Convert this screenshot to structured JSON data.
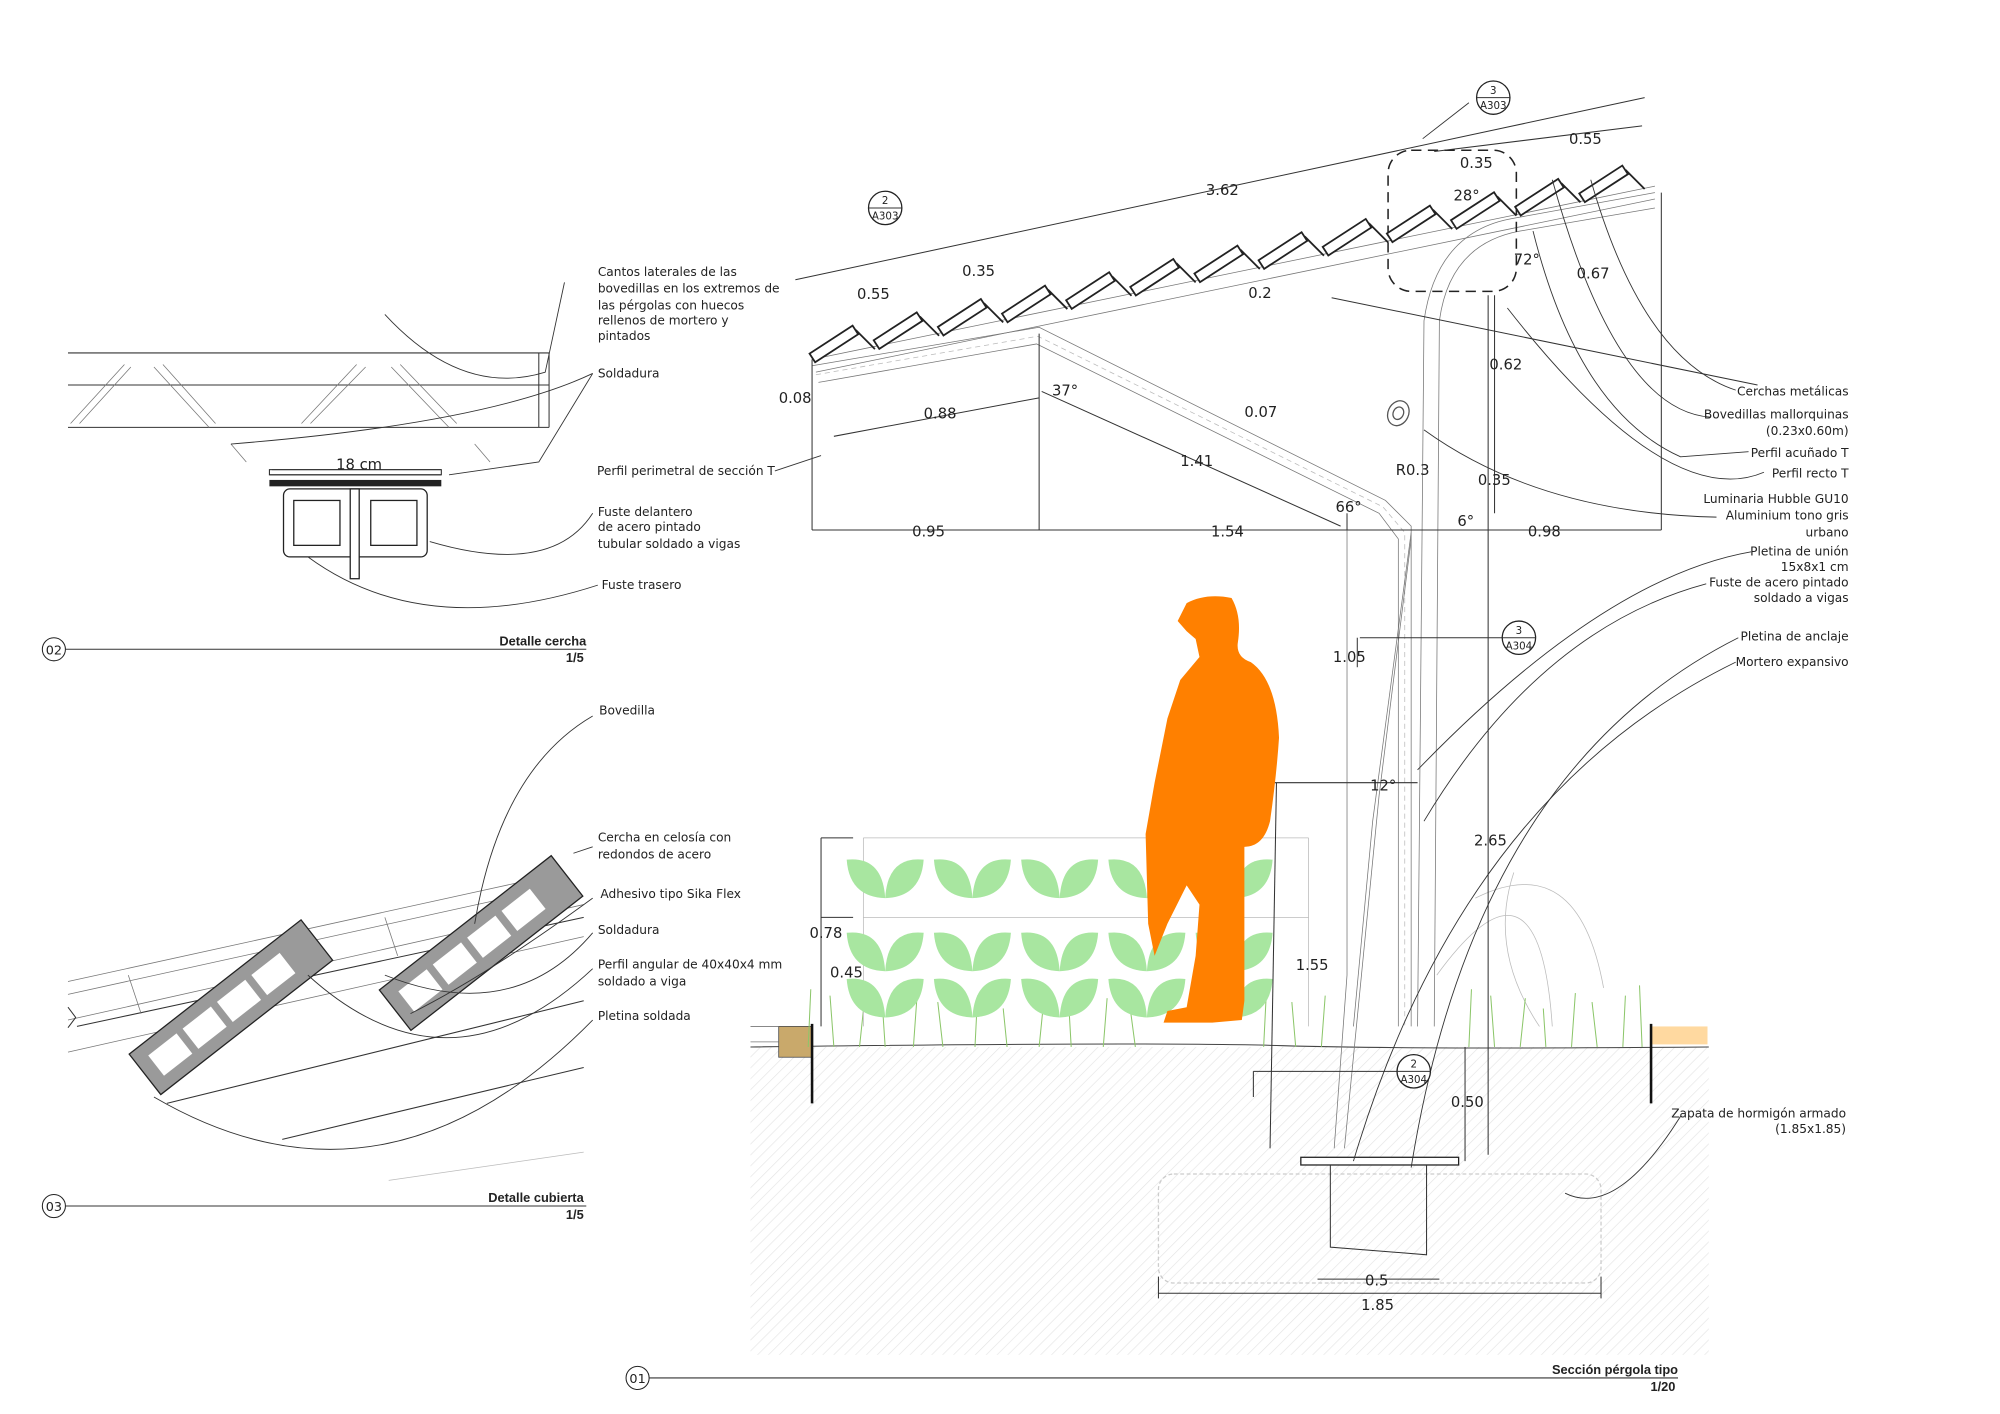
{
  "colors": {
    "figure": "#FF8000",
    "leaf": "#A8E6A0",
    "grass": "#8CC66A",
    "ground": "#F2F2F2",
    "wood": "#C9A96B",
    "sand": "#FFD9A0"
  },
  "detail02": {
    "number": "02",
    "title": "Detalle cercha",
    "scale": "1/5",
    "dimension": "18 cm",
    "labels": {
      "cantos": [
        "Cantos laterales de las",
        "bovedillas en los extremos de",
        "las pérgolas con huecos",
        "rellenos de mortero y",
        "pintados"
      ],
      "soldadura": "Soldadura",
      "perfil_perimetral": "Perfil perimetral de sección T",
      "fuste_delantero": [
        "Fuste delantero",
        "de acero pintado",
        "tubular soldado a vigas"
      ],
      "fuste_trasero": "Fuste trasero"
    }
  },
  "detail03": {
    "number": "03",
    "title": "Detalle cubierta",
    "scale": "1/5",
    "labels": {
      "bovedilla": "Bovedilla",
      "cercha": [
        "Cercha en celosía con",
        "redondos de acero"
      ],
      "adhesivo": "Adhesivo tipo Sika Flex",
      "soldadura": "Soldadura",
      "perfil_angular": [
        "Perfil angular  de 40x40x4 mm",
        "soldado a viga"
      ],
      "pletina": "Pletina soldada"
    }
  },
  "section01": {
    "number": "01",
    "title": "Sección pérgola tipo",
    "scale": "1/20",
    "labels": {
      "cerchas": "Cerchas metálicas",
      "bovedillas": [
        "Bovedillas mallorquinas",
        "(0.23x0.60m)"
      ],
      "acunado": "Perfil acuñado T",
      "recto": "Perfil recto T",
      "luminaria": [
        "Luminaria Hubble GU10",
        "Aluminium tono gris",
        "urbano"
      ],
      "pletina_union": [
        "Pletina de unión",
        "15x8x1 cm"
      ],
      "fuste": [
        "Fuste de acero pintado",
        "soldado a vigas"
      ],
      "pletina_anclaje": "Pletina de anclaje",
      "mortero": "Mortero expansivo",
      "zapata": [
        "Zapata de hormigón armado",
        "(1.85x1.85)"
      ]
    },
    "callouts": [
      {
        "num": "3",
        "sheet": "A303"
      },
      {
        "num": "2",
        "sheet": "A303"
      },
      {
        "num": "3",
        "sheet": "A304"
      },
      {
        "num": "2",
        "sheet": "A304"
      }
    ],
    "dimensions": {
      "d362": "3.62",
      "d055a": "0.55",
      "d035a": "0.35",
      "a28": "28°",
      "a72": "72°",
      "d067": "0.67",
      "d062": "0.62",
      "d035b": "0.35",
      "d055b": "0.55",
      "d035c": "0.35",
      "d02": "0.2",
      "d008": "0.08",
      "d088": "0.88",
      "a37": "37°",
      "d007": "0.07",
      "d141": "1.41",
      "r03": "R0.3",
      "a66": "66°",
      "a6": "6°",
      "d095": "0.95",
      "d154": "1.54",
      "d098": "0.98",
      "d105": "1.05",
      "a12": "12°",
      "d265": "2.65",
      "d155": "1.55",
      "d078": "0.78",
      "d045": "0.45",
      "d050": "0.50",
      "d05": "0.5",
      "d185": "1.85"
    }
  }
}
